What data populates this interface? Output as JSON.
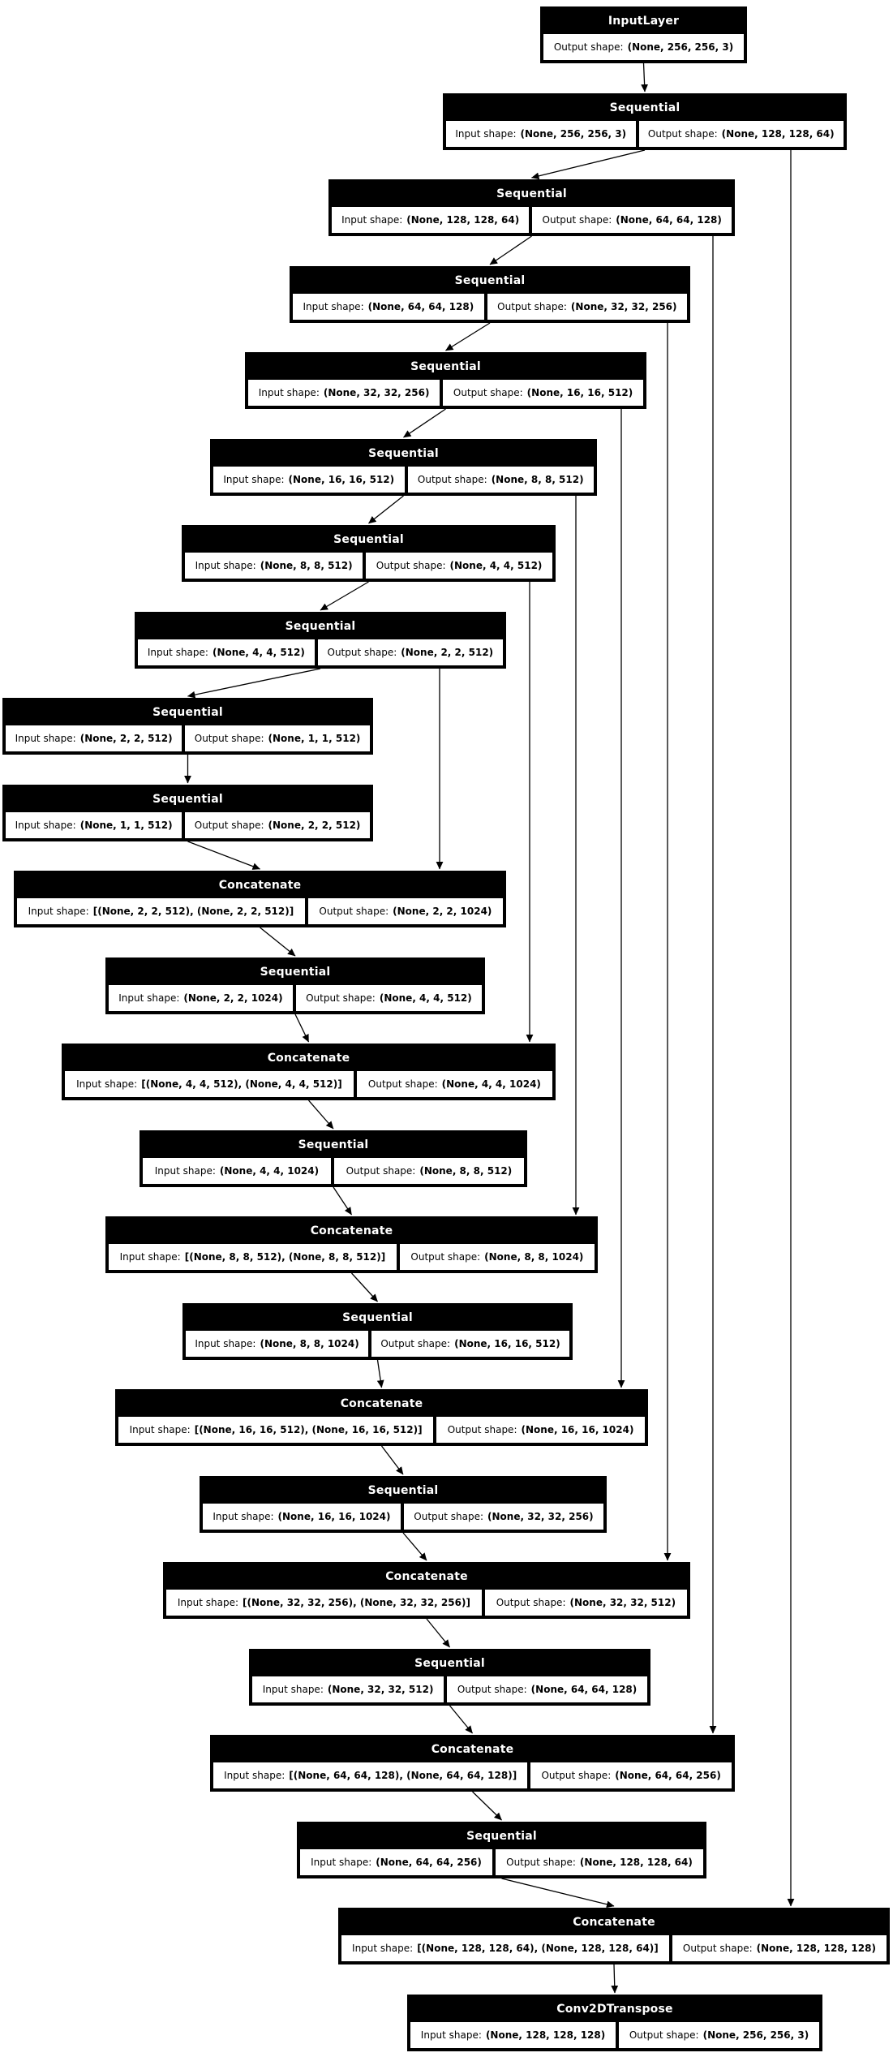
{
  "diagram_type": "keras-model-architecture-graph",
  "labels": {
    "input_prefix": "Input shape:",
    "output_prefix": "Output shape:"
  },
  "colors": {
    "node_fill": "#000000",
    "node_text": "#ffffff",
    "cell_fill": "#ffffff",
    "cell_text": "#000000",
    "edge": "#000000",
    "background": "#ffffff"
  },
  "nodes": [
    {
      "name": "InputLayer",
      "input_shape": null,
      "output_shape": "(None, 256, 256, 3)"
    },
    {
      "name": "Sequential",
      "input_shape": "(None, 256, 256, 3)",
      "output_shape": "(None, 128, 128, 64)"
    },
    {
      "name": "Sequential",
      "input_shape": "(None, 128, 128, 64)",
      "output_shape": "(None, 64, 64, 128)"
    },
    {
      "name": "Sequential",
      "input_shape": "(None, 64, 64, 128)",
      "output_shape": "(None, 32, 32, 256)"
    },
    {
      "name": "Sequential",
      "input_shape": "(None, 32, 32, 256)",
      "output_shape": "(None, 16, 16, 512)"
    },
    {
      "name": "Sequential",
      "input_shape": "(None, 16, 16, 512)",
      "output_shape": "(None, 8, 8, 512)"
    },
    {
      "name": "Sequential",
      "input_shape": "(None, 8, 8, 512)",
      "output_shape": "(None, 4, 4, 512)"
    },
    {
      "name": "Sequential",
      "input_shape": "(None, 4, 4, 512)",
      "output_shape": "(None, 2, 2, 512)"
    },
    {
      "name": "Sequential",
      "input_shape": "(None, 2, 2, 512)",
      "output_shape": "(None, 1, 1, 512)"
    },
    {
      "name": "Sequential",
      "input_shape": "(None, 1, 1, 512)",
      "output_shape": "(None, 2, 2, 512)"
    },
    {
      "name": "Concatenate",
      "input_shape": "[(None, 2, 2, 512), (None, 2, 2, 512)]",
      "output_shape": "(None, 2, 2, 1024)"
    },
    {
      "name": "Sequential",
      "input_shape": "(None, 2, 2, 1024)",
      "output_shape": "(None, 4, 4, 512)"
    },
    {
      "name": "Concatenate",
      "input_shape": "[(None, 4, 4, 512), (None, 4, 4, 512)]",
      "output_shape": "(None, 4, 4, 1024)"
    },
    {
      "name": "Sequential",
      "input_shape": "(None, 4, 4, 1024)",
      "output_shape": "(None, 8, 8, 512)"
    },
    {
      "name": "Concatenate",
      "input_shape": "[(None, 8, 8, 512), (None, 8, 8, 512)]",
      "output_shape": "(None, 8, 8, 1024)"
    },
    {
      "name": "Sequential",
      "input_shape": "(None, 8, 8, 1024)",
      "output_shape": "(None, 16, 16, 512)"
    },
    {
      "name": "Concatenate",
      "input_shape": "[(None, 16, 16, 512), (None, 16, 16, 512)]",
      "output_shape": "(None, 16, 16, 1024)"
    },
    {
      "name": "Sequential",
      "input_shape": "(None, 16, 16, 1024)",
      "output_shape": "(None, 32, 32, 256)"
    },
    {
      "name": "Concatenate",
      "input_shape": "[(None, 32, 32, 256), (None, 32, 32, 256)]",
      "output_shape": "(None, 32, 32, 512)"
    },
    {
      "name": "Sequential",
      "input_shape": "(None, 32, 32, 512)",
      "output_shape": "(None, 64, 64, 128)"
    },
    {
      "name": "Concatenate",
      "input_shape": "[(None, 64, 64, 128), (None, 64, 64, 128)]",
      "output_shape": "(None, 64, 64, 256)"
    },
    {
      "name": "Sequential",
      "input_shape": "(None, 64, 64, 256)",
      "output_shape": "(None, 128, 128, 64)"
    },
    {
      "name": "Concatenate",
      "input_shape": "[(None, 128, 128, 64), (None, 128, 128, 64)]",
      "output_shape": "(None, 128, 128, 128)"
    },
    {
      "name": "Conv2DTranspose",
      "input_shape": "(None, 128, 128, 128)",
      "output_shape": "(None, 256, 256, 3)"
    }
  ],
  "edges": [
    {
      "from": 0,
      "to": 1,
      "kind": "main"
    },
    {
      "from": 1,
      "to": 2,
      "kind": "main"
    },
    {
      "from": 2,
      "to": 3,
      "kind": "main"
    },
    {
      "from": 3,
      "to": 4,
      "kind": "main"
    },
    {
      "from": 4,
      "to": 5,
      "kind": "main"
    },
    {
      "from": 5,
      "to": 6,
      "kind": "main"
    },
    {
      "from": 6,
      "to": 7,
      "kind": "main"
    },
    {
      "from": 7,
      "to": 8,
      "kind": "main"
    },
    {
      "from": 8,
      "to": 9,
      "kind": "main"
    },
    {
      "from": 9,
      "to": 10,
      "kind": "main"
    },
    {
      "from": 10,
      "to": 11,
      "kind": "main"
    },
    {
      "from": 11,
      "to": 12,
      "kind": "main"
    },
    {
      "from": 12,
      "to": 13,
      "kind": "main"
    },
    {
      "from": 13,
      "to": 14,
      "kind": "main"
    },
    {
      "from": 14,
      "to": 15,
      "kind": "main"
    },
    {
      "from": 15,
      "to": 16,
      "kind": "main"
    },
    {
      "from": 16,
      "to": 17,
      "kind": "main"
    },
    {
      "from": 17,
      "to": 18,
      "kind": "main"
    },
    {
      "from": 18,
      "to": 19,
      "kind": "main"
    },
    {
      "from": 19,
      "to": 20,
      "kind": "main"
    },
    {
      "from": 20,
      "to": 21,
      "kind": "main"
    },
    {
      "from": 21,
      "to": 22,
      "kind": "main"
    },
    {
      "from": 22,
      "to": 23,
      "kind": "main"
    },
    {
      "from": 7,
      "to": 10,
      "kind": "skip"
    },
    {
      "from": 6,
      "to": 12,
      "kind": "skip"
    },
    {
      "from": 5,
      "to": 14,
      "kind": "skip"
    },
    {
      "from": 4,
      "to": 16,
      "kind": "skip"
    },
    {
      "from": 3,
      "to": 18,
      "kind": "skip"
    },
    {
      "from": 2,
      "to": 20,
      "kind": "skip"
    },
    {
      "from": 1,
      "to": 22,
      "kind": "skip"
    }
  ]
}
